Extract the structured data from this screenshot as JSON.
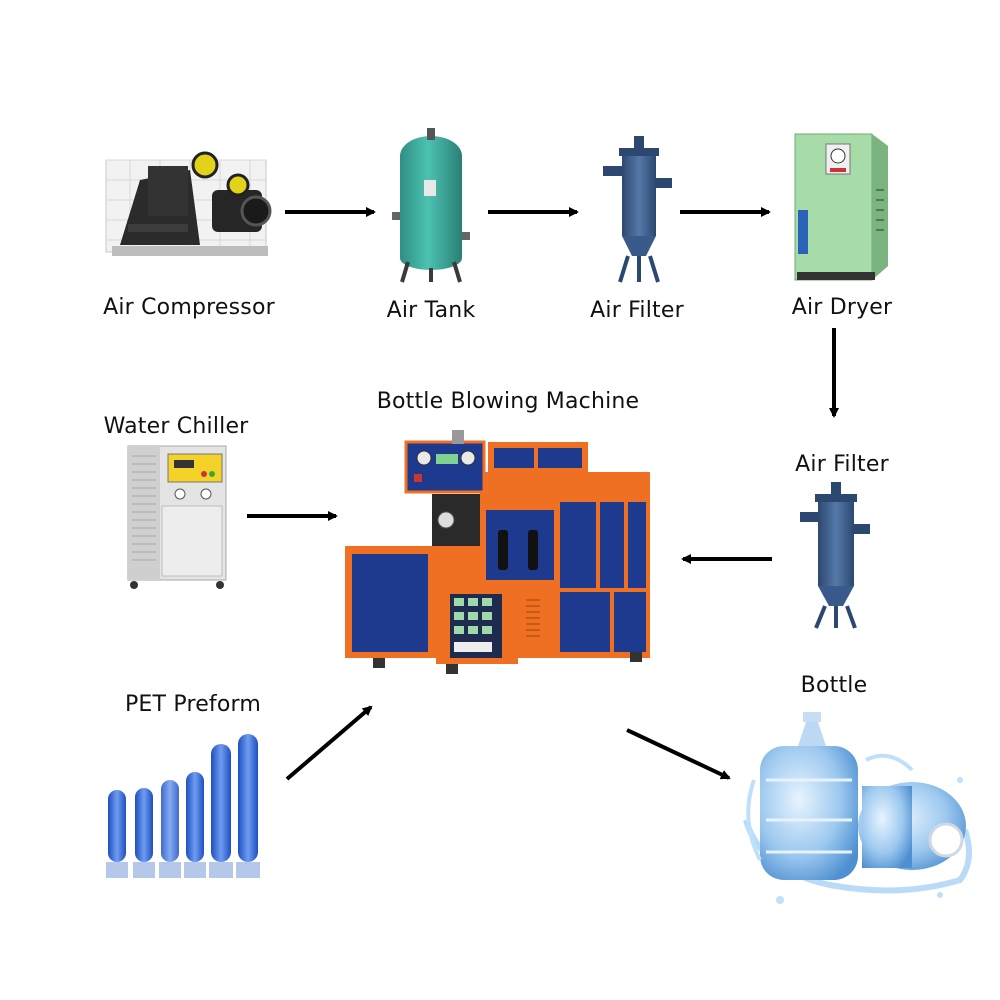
{
  "labels": {
    "air_compressor": "Air Compressor",
    "air_tank": "Air Tank",
    "air_filter_1": "Air Filter",
    "air_dryer": "Air Dryer",
    "air_filter_2": "Air Filter",
    "water_chiller": "Water Chiller",
    "bottle_blowing_machine": "Bottle Blowing Machine",
    "pet_preform": "PET Preform",
    "bottle": "Bottle"
  },
  "colors": {
    "arrow": "#000000",
    "machine_orange": "#f07023",
    "machine_blue": "#1d3a8f",
    "tank_teal": "#3aa99a",
    "filter_blue": "#3a5a8c",
    "dryer_green": "#9fd3a0",
    "chiller_gray": "#dcdcdc",
    "preform_blue": "#3b6fd6",
    "water_blue": "#7fb6e6"
  },
  "icons": [
    "air-compressor-icon",
    "air-tank-icon",
    "air-filter-icon",
    "air-dryer-icon",
    "water-chiller-icon",
    "bottle-blowing-machine-icon",
    "pet-preform-icon",
    "water-bottle-icon"
  ]
}
